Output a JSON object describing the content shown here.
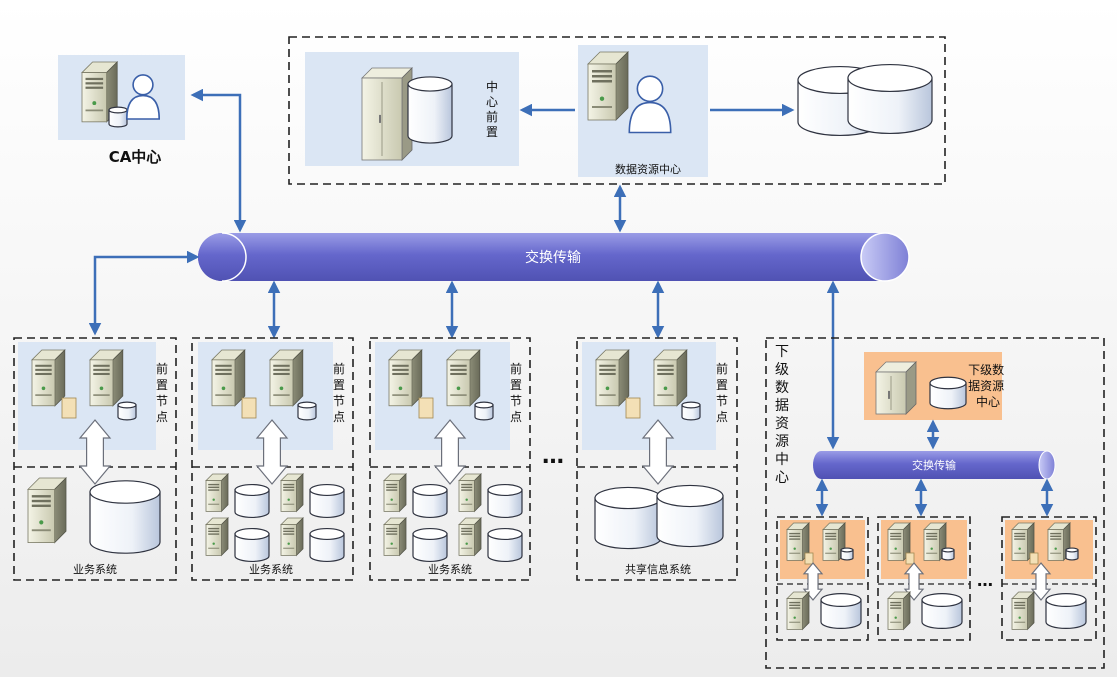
{
  "ca_label": "CA中心",
  "center_front_label": [
    "中",
    "心",
    "前",
    "置"
  ],
  "data_center_label": "数据资源中心",
  "exchange_label": "交换传输",
  "front_node_label": [
    "前",
    "置",
    "节",
    "点"
  ],
  "business_label": "业务系统",
  "shared_label": "共享信息系统",
  "ellipsis": "…",
  "sub_center_title": [
    "下",
    "级",
    "数",
    "据",
    "资",
    "源",
    "中",
    "心"
  ],
  "sub_center_box_label": [
    "下级数",
    "据资源",
    "中心"
  ],
  "sub_exchange_label": "交换传输",
  "colors": {
    "pipe": "#6e70cf",
    "pipe_dark": "#4d4fb0",
    "panel": "#dbe6f4",
    "orange": "#f9c08f",
    "arrow": "#3d6fb8"
  }
}
